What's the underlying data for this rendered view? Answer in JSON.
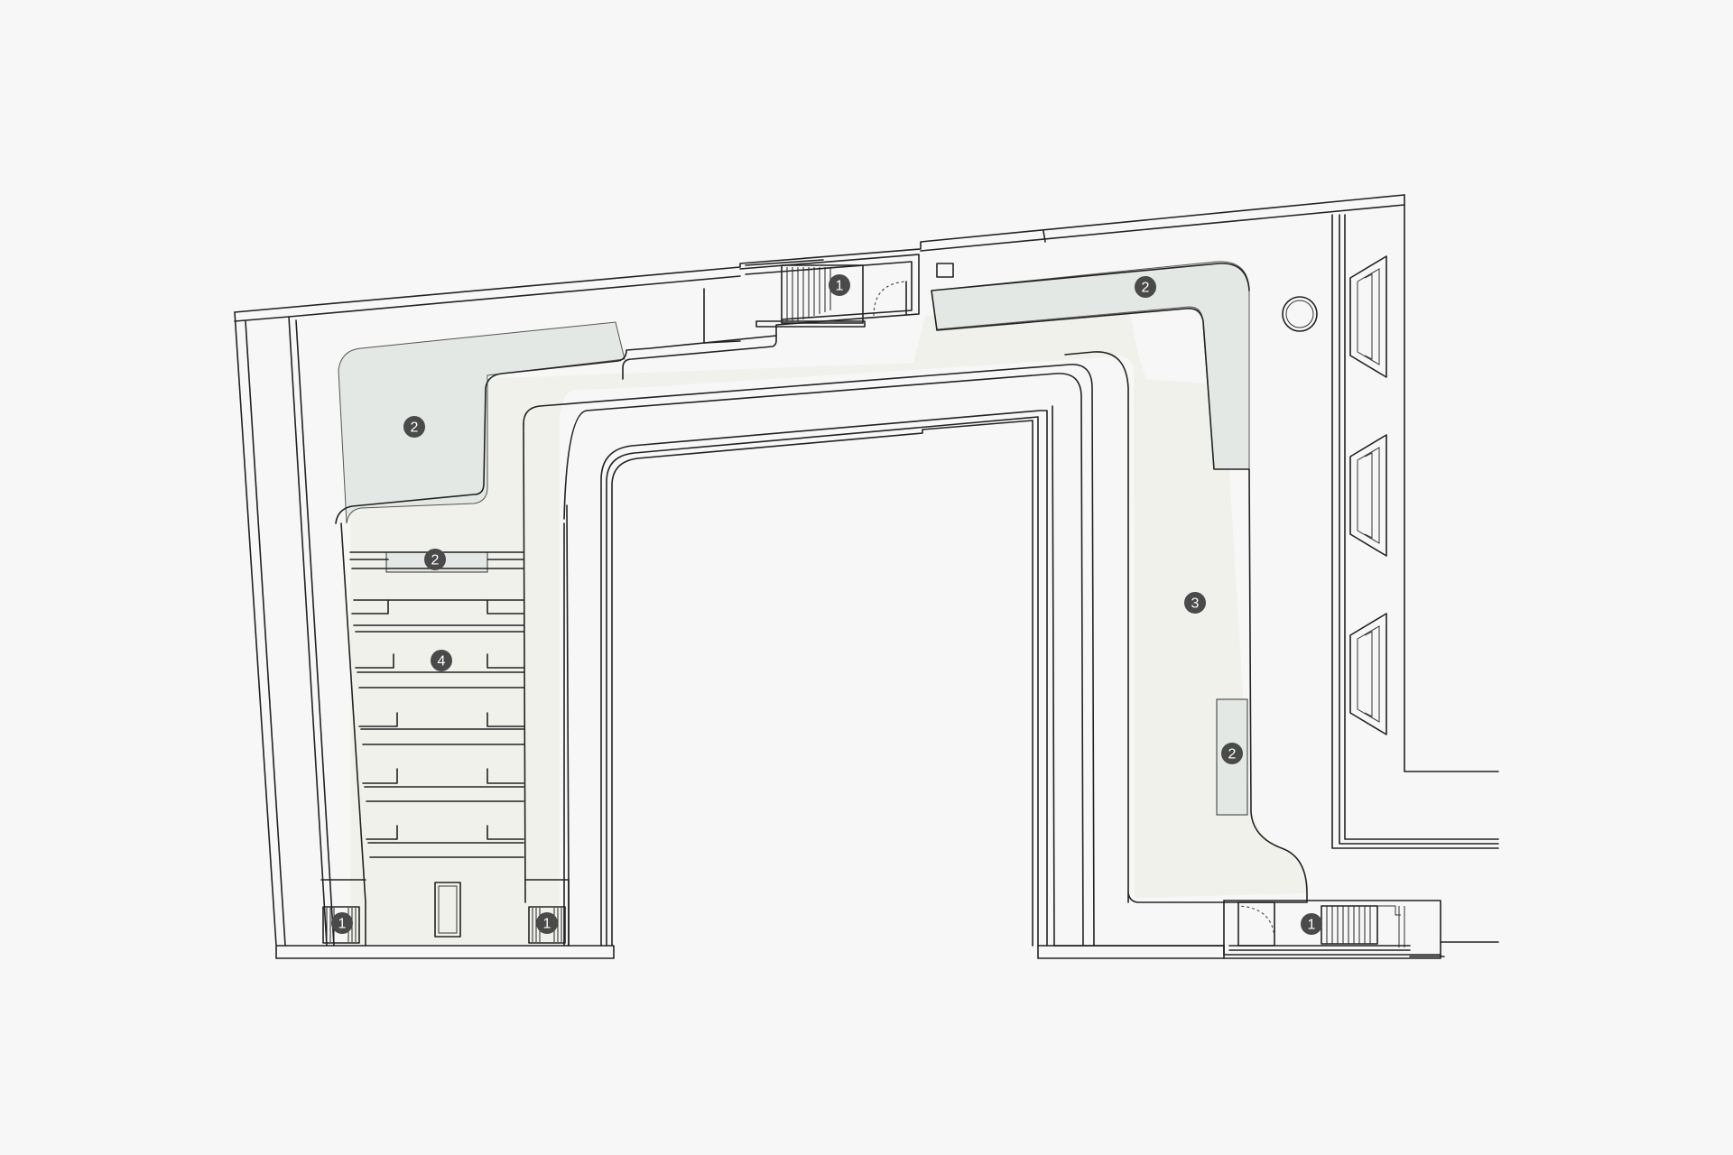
{
  "colors": {
    "background": "#f7f7f7",
    "outline": "#222222",
    "green_zone": "#e3e8e5",
    "corridor_fill": "#f1f1ec",
    "marker_fill": "#4a4a4a",
    "marker_text": "#ffffff"
  },
  "markers": {
    "stair_north": "1",
    "stair_left": "1",
    "stair_mid": "1",
    "stair_southeast": "1",
    "green_northwest": "2",
    "green_northeast": "2",
    "green_seating_row": "2",
    "green_east": "2",
    "corridor_east": "3",
    "seating_block": "4"
  }
}
